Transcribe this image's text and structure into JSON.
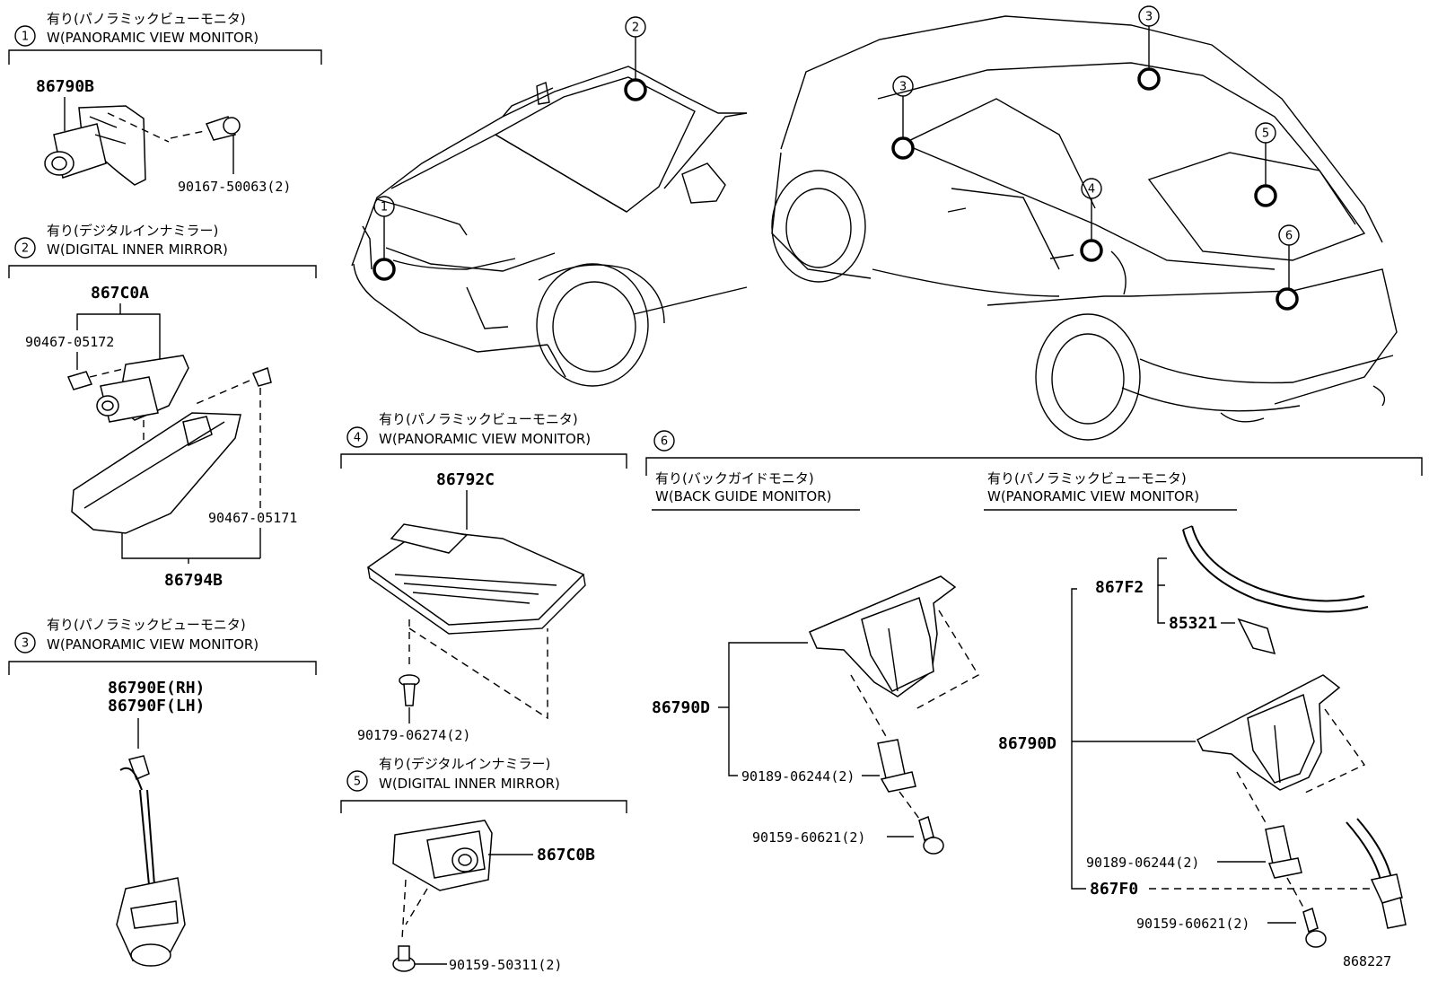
{
  "sections": {
    "s1": {
      "num": "1",
      "jp": "有り(パノラミックビューモニタ)",
      "en": "W(PANORAMIC VIEW MONITOR)"
    },
    "s2": {
      "num": "2",
      "jp": "有り(デジタルインナミラー)",
      "en": "W(DIGITAL INNER MIRROR)"
    },
    "s3": {
      "num": "3",
      "jp": "有り(パノラミックビューモニタ)",
      "en": "W(PANORAMIC VIEW MONITOR)"
    },
    "s4": {
      "num": "4",
      "jp": "有り(パノラミックビューモニタ)",
      "en": "W(PANORAMIC VIEW MONITOR)"
    },
    "s5": {
      "num": "5",
      "jp": "有り(デジタルインナミラー)",
      "en": "W(DIGITAL INNER MIRROR)"
    },
    "s6": {
      "num": "6",
      "a": {
        "jp": "有り(バックガイドモニタ)",
        "en": "W(BACK GUIDE MONITOR)"
      },
      "b": {
        "jp": "有り(パノラミックビューモニタ)",
        "en": "W(PANORAMIC VIEW MONITOR)"
      }
    }
  },
  "parts": {
    "p86790B": "86790B",
    "p90167": "90167-50063(2)",
    "p867C0A": "867C0A",
    "p9046705172": "90467-05172",
    "p9046705171": "90467-05171",
    "p86794B": "86794B",
    "p86790E": "86790E(RH)",
    "p86790F": "86790F(LH)",
    "p86792C": "86792C",
    "p90179": "90179-06274(2)",
    "p867C0B": "867C0B",
    "p90159_50311": "90159-50311(2)",
    "p86790D_a": "86790D",
    "p90189_a": "90189-06244(2)",
    "p90159_a": "90159-60621(2)",
    "p867F2": "867F2",
    "p85321": "85321",
    "p86790D_b": "86790D",
    "p90189_b": "90189-06244(2)",
    "p867F0": "867F0",
    "p90159_b": "90159-60621(2)"
  },
  "callouts": {
    "front_1": "1",
    "front_2": "2",
    "rear_3a": "3",
    "rear_3b": "3",
    "rear_4": "4",
    "rear_5": "5",
    "rear_6": "6"
  },
  "figure_id": "868227"
}
